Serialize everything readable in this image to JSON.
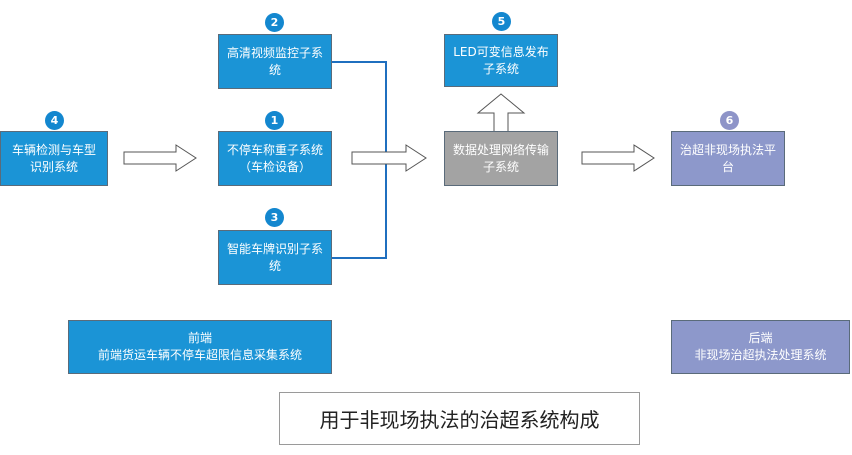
{
  "nodes": {
    "n2": {
      "badge": "2",
      "text": "高清视频监控子系\n统"
    },
    "n1": {
      "badge": "1",
      "text": "不停车称重子系统\n（车检设备）"
    },
    "n3": {
      "badge": "3",
      "text": "智能车牌识别子系\n统"
    },
    "n4": {
      "badge": "4",
      "text": "车辆检测与车型\n识别系统"
    },
    "n5": {
      "badge": "5",
      "text": "LED可变信息发布\n子系统"
    },
    "center": {
      "text": "数据处理网络传输\n子系统"
    },
    "n6": {
      "badge": "6",
      "text": "治超非现场执法平\n台"
    }
  },
  "front": {
    "text": "前端\n前端货运车辆不停车超限信息采集系统"
  },
  "back": {
    "text": "后端\n非现场治超执法处理系统"
  },
  "caption": "用于非现场执法的治超系统构成",
  "colors": {
    "blue": "#1b94d6",
    "gray": "#a3a3a3",
    "purple": "#8d98cb",
    "line": "#1f6fbf"
  }
}
